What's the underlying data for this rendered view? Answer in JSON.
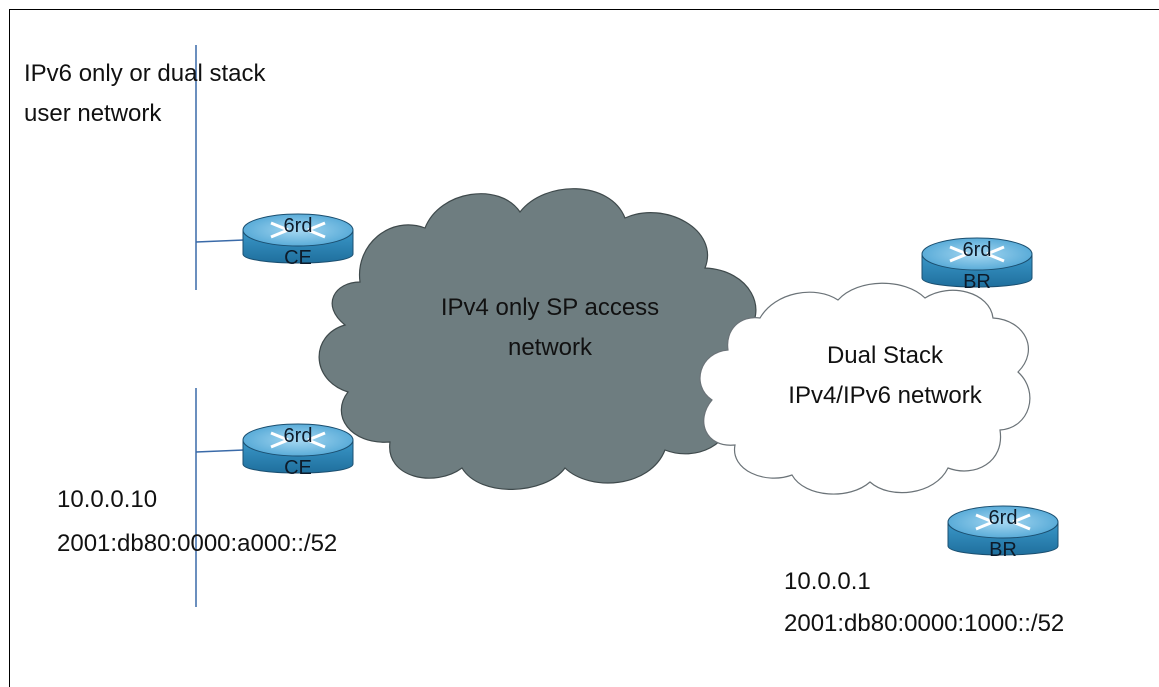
{
  "diagram": {
    "user_network_label": [
      "IPv6 only or dual stack",
      "user network"
    ],
    "sp_cloud_label": [
      "IPv4 only SP access",
      "network"
    ],
    "dual_stack_cloud_label": [
      "Dual Stack",
      "IPv4/IPv6 network"
    ],
    "routers": [
      {
        "top": "6rd",
        "bottom": "CE"
      },
      {
        "top": "6rd",
        "bottom": "CE"
      },
      {
        "top": "6rd",
        "bottom": "BR"
      },
      {
        "top": "6rd",
        "bottom": "BR"
      }
    ],
    "ce_address": {
      "ipv4": "10.0.0.10",
      "ipv6": "2001:db80:0000:a000::/52"
    },
    "br_address": {
      "ipv4": "10.0.0.1",
      "ipv6": "2001:db80:0000:1000::/52"
    },
    "colors": {
      "router_fill": "#2b86b8",
      "router_top": "#5fb1dd",
      "sp_cloud": "#6e7d80",
      "line": "#3a6aa8"
    }
  }
}
